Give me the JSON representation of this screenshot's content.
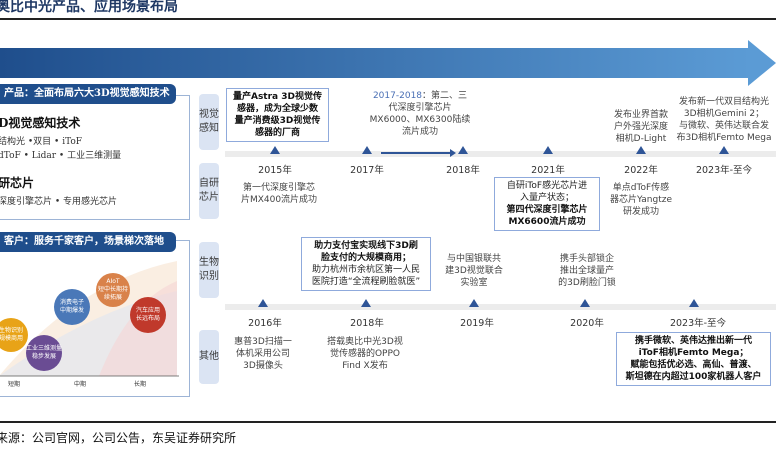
{
  "title": "奥比中光产品、应用场景布局",
  "left": {
    "products": {
      "header": "产品：全面布局六大3D视觉感知技术",
      "tech_title": "D视觉感知技术",
      "tech_line1": "结构光  •双目  • iToF",
      "tech_line2": "dToF  • Lidar  • 工业三维测量",
      "chip_title": "研芯片",
      "chip_line": "深度引擎芯片 • 专用感光芯片"
    },
    "customers": {
      "header": "客户：服务千家客户，场景梯次落地",
      "bubbles": [
        {
          "name": "生物识别",
          "sub": "规模商用",
          "color": "#e8a317"
        },
        {
          "name": "工业三维测量",
          "sub": "稳步发展",
          "color": "#6a4c93"
        },
        {
          "name": "消费电子",
          "sub": "中期爆发",
          "color": "#4a78b8"
        },
        {
          "name": "AIoT",
          "sub": "短中长期持续拓展",
          "color": "#d9824a"
        },
        {
          "name": "汽车应用",
          "sub": "长远布局",
          "color": "#c0392b"
        }
      ],
      "axis": [
        "短期",
        "中期",
        "长期"
      ]
    }
  },
  "categories": {
    "vision": "视觉感知",
    "chip": "自研芯片",
    "bio": "生物识别",
    "other": "其他"
  },
  "upper": {
    "years": [
      "2015年",
      "2017年",
      "2018年",
      "2021年",
      "2022年",
      "2023年-至今"
    ],
    "vision_2015": [
      "量产Astra 3D视觉传",
      "感器，成为全球少数",
      "量产消费级3D视觉传",
      "感器的厂商"
    ],
    "vision_2017_label": "2017-2018",
    "vision_2017": [
      "：第二、三",
      "代深度引擎芯片",
      "MX6000、MX6300陆续",
      "流片成功"
    ],
    "vision_2022": [
      "发布业界首款",
      "户外强光深度",
      "相机D-Light"
    ],
    "vision_2023": [
      "发布新一代双目结构光",
      "3D相机Gemini 2；",
      "与微软、英伟达联合发",
      "布3D相机Femto Mega"
    ],
    "chip_2015": [
      "第一代深度引擎芯",
      "片MX400流片成功"
    ],
    "chip_2021": [
      "自研iToF感光芯片进",
      "入量产状态；",
      "第四代深度引擎芯片",
      "MX6600流片成功"
    ],
    "chip_2022": [
      "单点dToF传感",
      "器芯片Yangtze",
      "研发成功"
    ]
  },
  "lower": {
    "years": [
      "2016年",
      "2018年",
      "2019年",
      "2020年",
      "2023年-至今"
    ],
    "bio_2018": [
      "助力支付宝实现线下3D刷",
      "脸支付的大规模商用；",
      "助力杭州市余杭区第一人民",
      "医院打造“全流程刷脸就医”"
    ],
    "bio_2019": [
      "与中国银联共",
      "建3D视觉联合",
      "实验室"
    ],
    "bio_2020": [
      "携手头部锁企",
      "推出全球量产",
      "的3D刷脸门锁"
    ],
    "other_2016": [
      "惠普3D扫描一",
      "体机采用公司",
      "3D摄像头"
    ],
    "other_2018": [
      "搭载奥比中光3D视",
      "觉传感器的OPPO",
      "Find X发布"
    ],
    "other_2023": [
      "携手微软、英伟达推出新一代",
      "iToF相机Femto Mega；",
      "赋能包括优必选、高仙、普渡、",
      "斯坦德在内超过100家机器人客户"
    ]
  },
  "source": "来源：公司官网，公司公告，东吴证券研究所"
}
